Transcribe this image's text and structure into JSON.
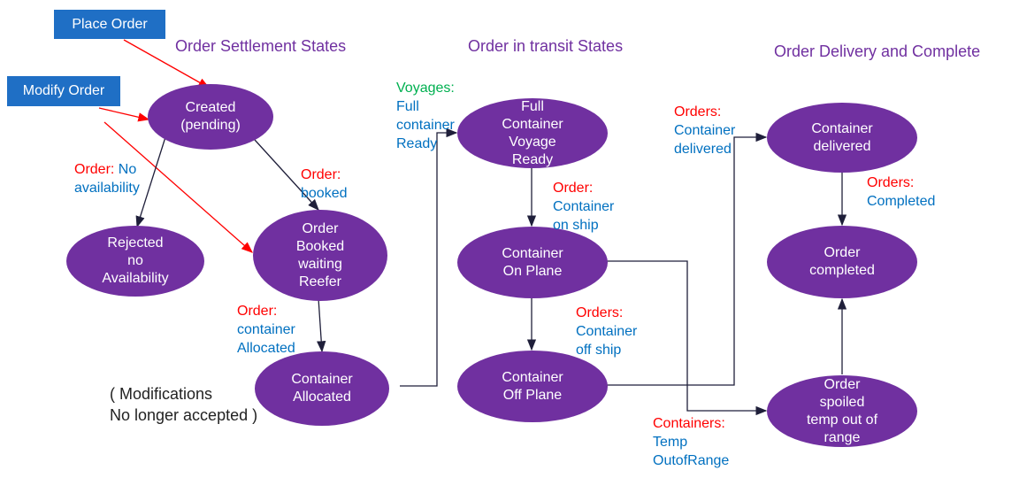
{
  "buttons": {
    "place_order": "Place Order",
    "modify_order": "Modify Order"
  },
  "sections": {
    "settlement": "Order Settlement States",
    "transit": "Order in transit States",
    "delivery": "Order Delivery and Complete"
  },
  "states": {
    "created": "Created\n(pending)",
    "rejected": "Rejected\nno\nAvailability",
    "booked": "Order\nBooked\nwaiting\nReefer",
    "allocated": "Container\nAllocated",
    "voyage_ready": "Full\nContainer\nVoyage\nReady",
    "on_plane": "Container\nOn Plane",
    "off_plane": "Container\nOff  Plane",
    "delivered": "Container\ndelivered",
    "completed": "Order\ncompleted",
    "spoiled": "Order\nspoiled\ntemp out of\nrange"
  },
  "transitions": {
    "no_availability": {
      "key": "Order",
      "rest": "No",
      "line2": "availability"
    },
    "booked": {
      "key": "Order",
      "line2": "booked"
    },
    "allocated": {
      "key": "Order",
      "line2": "container",
      "line3": "Allocated"
    },
    "voyages": {
      "key": "Voyages",
      "line2": "Full",
      "line3": "container",
      "line4": "Ready"
    },
    "on_ship": {
      "key": "Order",
      "line2": "Container",
      "line3": "on ship"
    },
    "off_ship": {
      "key": "Orders",
      "line2": "Container",
      "line3": "off ship"
    },
    "delivered": {
      "key": "Orders",
      "line2": "Container",
      "line3": "delivered"
    },
    "completed": {
      "key": "Orders",
      "line2": "Completed"
    },
    "out_of_range": {
      "key": "Containers",
      "line2": "Temp",
      "line3": "OutofRange"
    }
  },
  "note": "( Modifications\nNo longer accepted )",
  "colors": {
    "state_fill": "#7030a0",
    "section_title": "#7030a0",
    "button": "#1f6fc5",
    "event_arrow": "#ff0000",
    "transition_arrow": "#1f1f3a",
    "transition_key": "#ff0000",
    "transition_text": "#0070c0",
    "voyages_key": "#00b050"
  }
}
